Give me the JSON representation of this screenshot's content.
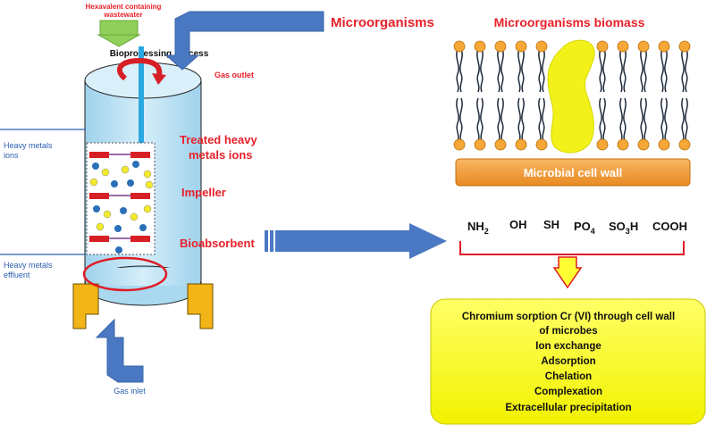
{
  "labels": {
    "wastewater_line1": "Hexavalent containing",
    "wastewater_line2": "wastewater",
    "bioprocessing": "Bioprocessing process",
    "gas_outlet": "Gas outlet",
    "gas_inlet": "Gas inlet",
    "heavy_metals_ions_line1": "Heavy metals",
    "heavy_metals_ions_line2": "ions",
    "heavy_metals_effluent_line1": "Heavy metals",
    "heavy_metals_effluent_line2": "effluent",
    "treated_line1": "Treated heavy",
    "treated_line2": "metals ions",
    "impeller": "Impeller",
    "bioabsorbent": "Bioabsorbent",
    "microorganisms": "Microorganisms",
    "microorganisms_biomass": "Microorganisms biomass",
    "cell_wall": "Microbial cell wall"
  },
  "functional_groups": {
    "nh2": {
      "base": "NH",
      "sub": "2"
    },
    "oh": {
      "base": "OH"
    },
    "sh": {
      "base": "SH"
    },
    "po4": {
      "base": "PO",
      "sub": "4"
    },
    "so3h": {
      "base": "SO",
      "sub": "3",
      "tail": "H"
    },
    "cooh": {
      "base": "COOH"
    }
  },
  "mechanisms": {
    "title_line1": "Chromium sorption Cr (VI) through cell wall",
    "title_line2": "of microbes",
    "items": [
      "Ion exchange",
      "Adsorption",
      "Chelation",
      "Complexation",
      "Extracellular precipitation"
    ]
  },
  "colors": {
    "arrow_blue": "#4a78c2",
    "label_red": "#e8202a",
    "reactor_fill": "#bfe3f5",
    "yellow_box": "#ffff33",
    "cell_wall": "#f5a243",
    "blob_yellow": "#f2f21a",
    "bead_orange": "#f7a735"
  },
  "icons": [
    "curved-arrow-icon",
    "impeller-icon",
    "chevron-down-icon"
  ]
}
